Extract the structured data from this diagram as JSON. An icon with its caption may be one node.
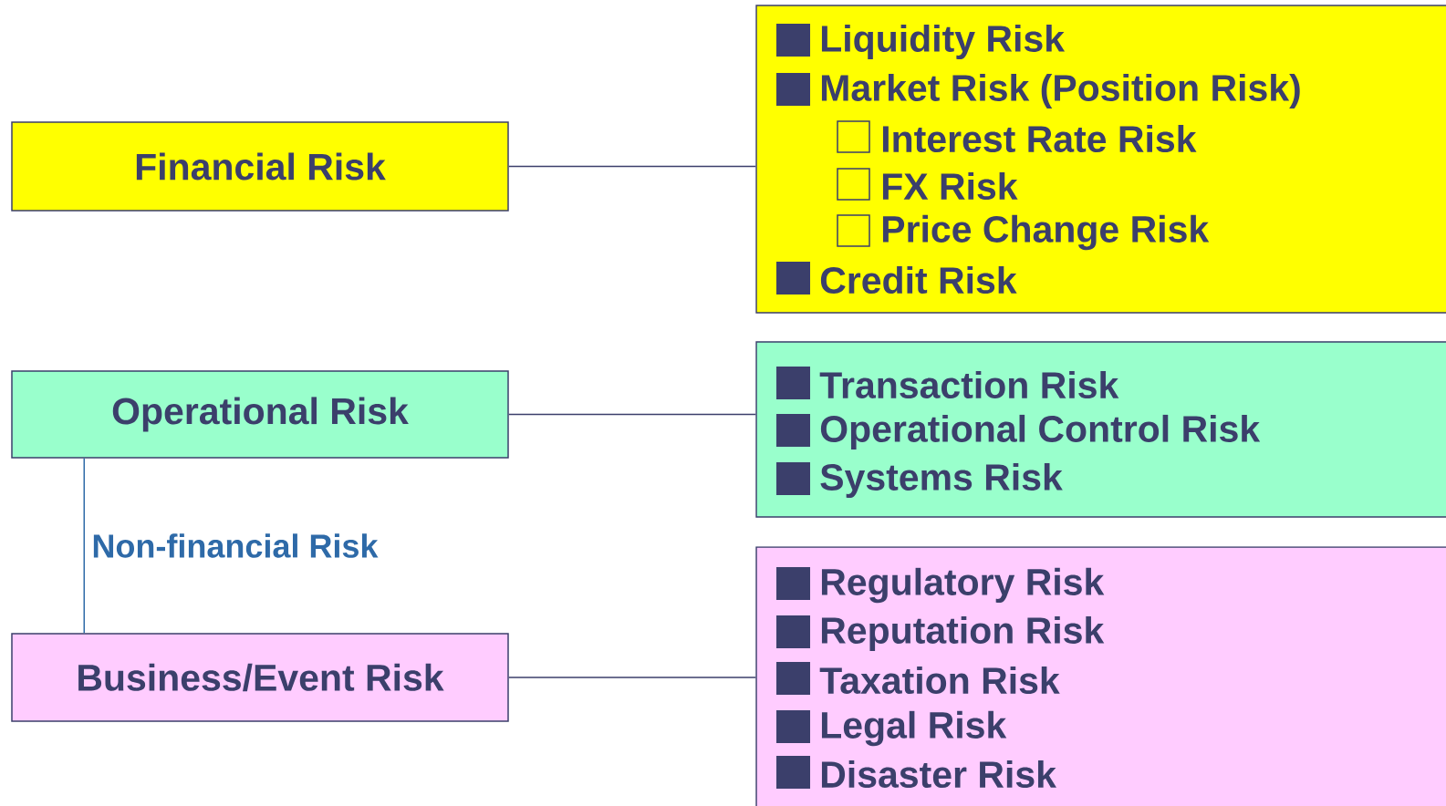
{
  "diagram": {
    "nodes": [
      {
        "text": [
          "Financial Risk"
        ]
      },
      {
        "text": [
          "Liquidity Risk",
          "Market Risk (Position Risk)",
          "Interest Rate Risk",
          "FX Risk",
          "Price Change Risk",
          "Credit Risk"
        ]
      },
      {
        "text": [
          "Operational Risk"
        ]
      },
      {
        "text": [
          "Transaction Risk",
          "Operational Control Risk",
          "Systems Risk"
        ]
      },
      {
        "text": [
          "Business/Event Risk"
        ]
      },
      {
        "text": [
          "Regulatory Risk",
          "Reputation Risk",
          "Taxation Risk",
          "Legal Risk",
          "Disaster Risk"
        ]
      }
    ],
    "edges": [
      {
        "from": 0,
        "to": 1,
        "arrow": "none"
      },
      {
        "from": 2,
        "to": 3,
        "arrow": "none"
      },
      {
        "from": 2,
        "to": 4,
        "arrow": "none",
        "label": "Non-financial Risk",
        "color": "#2e6aa8"
      },
      {
        "from": 4,
        "to": 5,
        "arrow": "none"
      }
    ]
  }
}
